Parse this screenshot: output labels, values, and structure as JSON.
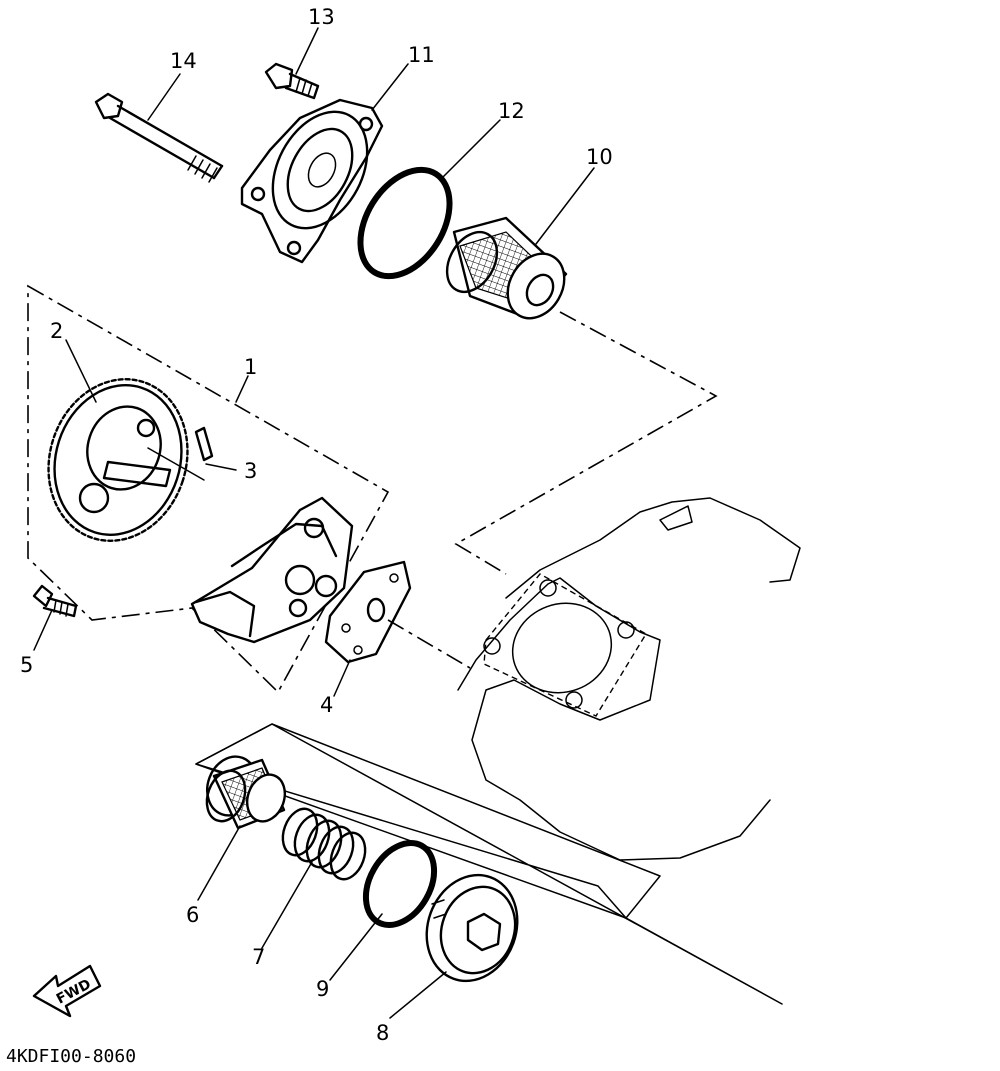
{
  "drawing_code": "4KDFI00-8060",
  "fwd_label": "FWD",
  "callouts": {
    "p1": "1",
    "p2": "2",
    "p3": "3",
    "p4": "4",
    "p5": "5",
    "p6": "6",
    "p7": "7",
    "p8": "8",
    "p9": "9",
    "p10": "10",
    "p11": "11",
    "p12": "12",
    "p13": "13",
    "p14": "14"
  }
}
